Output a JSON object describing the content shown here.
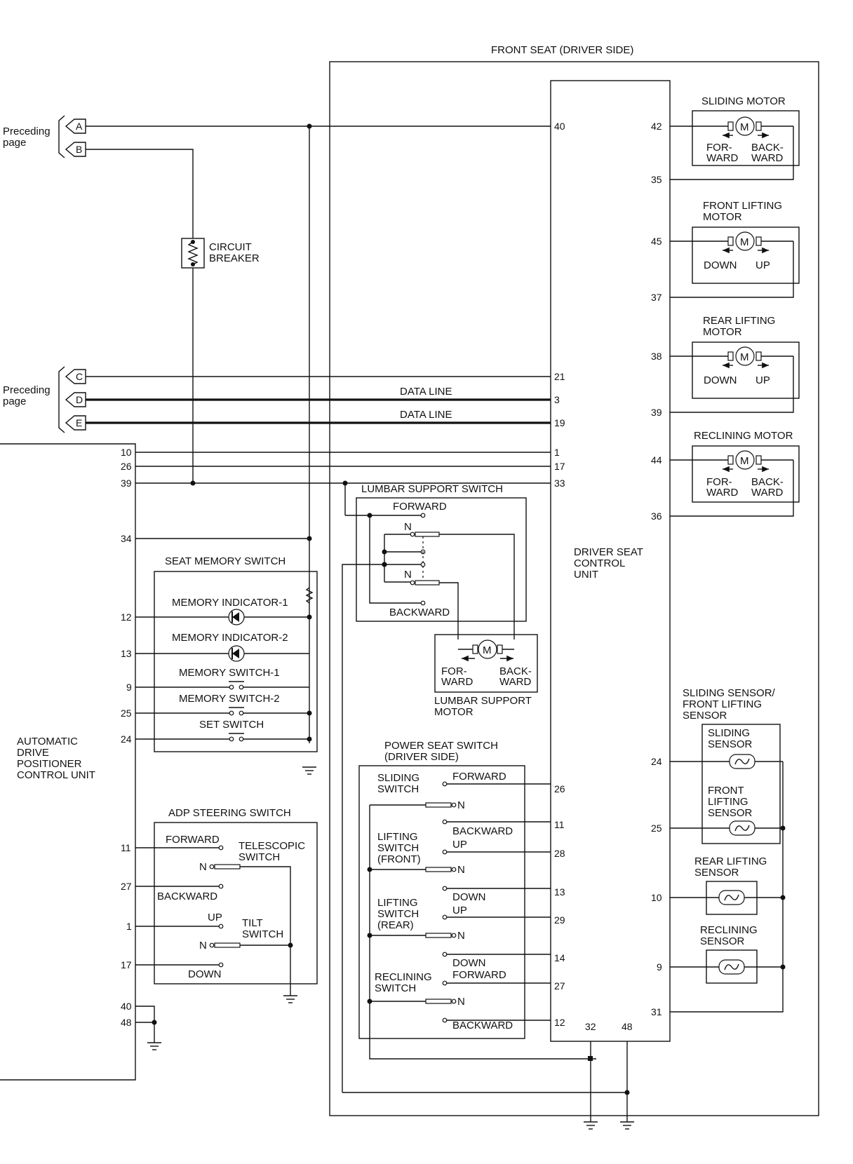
{
  "front_seat_title": "FRONT SEAT (DRIVER SIDE)",
  "preceding_page": [
    "Preceding",
    "page"
  ],
  "connectors": [
    "A",
    "B",
    "C",
    "D",
    "E"
  ],
  "circuit_breaker": [
    "CIRCUIT",
    "BREAKER"
  ],
  "data_line": "DATA LINE",
  "control_unit": [
    "DRIVER SEAT",
    "CONTROL",
    "UNIT"
  ],
  "adp_unit": [
    "AUTOMATIC",
    "DRIVE",
    "POSITIONER",
    "CONTROL UNIT"
  ],
  "adp_pins": [
    "10",
    "26",
    "39",
    "34",
    "12",
    "13",
    "9",
    "25",
    "24",
    "11",
    "27",
    "1",
    "17",
    "40",
    "48"
  ],
  "dscu_pins_left": [
    "40",
    "21",
    "3",
    "19",
    "1",
    "17",
    "33",
    "26",
    "11",
    "28",
    "13",
    "29",
    "14",
    "27",
    "12"
  ],
  "dscu_pins_right": [
    "42",
    "35",
    "45",
    "37",
    "38",
    "39",
    "44",
    "36",
    "24",
    "25",
    "10",
    "9",
    "31"
  ],
  "dscu_pins_bottom": [
    "32",
    "48"
  ],
  "motors": {
    "sliding": {
      "title": [
        "SLIDING MOTOR"
      ],
      "labels": [
        "FOR-",
        "WARD",
        "BACK-",
        "WARD"
      ]
    },
    "front_lifting": {
      "title": [
        "FRONT LIFTING",
        "MOTOR"
      ],
      "labels": [
        "DOWN",
        "UP"
      ]
    },
    "rear_lifting": {
      "title": [
        "REAR LIFTING",
        "MOTOR"
      ],
      "labels": [
        "DOWN",
        "UP"
      ]
    },
    "reclining": {
      "title": [
        "RECLINING MOTOR"
      ],
      "labels": [
        "FOR-",
        "WARD",
        "BACK-",
        "WARD"
      ]
    },
    "lumbar": {
      "title": [
        "LUMBAR SUPPORT",
        "MOTOR"
      ],
      "labels": [
        "FOR-",
        "WARD",
        "BACK-",
        "WARD"
      ]
    },
    "symbol": "M"
  },
  "lumbar_switch": {
    "title": "LUMBAR SUPPORT SWITCH",
    "forward": "FORWARD",
    "backward": "BACKWARD",
    "neutral": "N"
  },
  "seat_memory_switch": {
    "title": "SEAT MEMORY SWITCH",
    "items": [
      "MEMORY INDICATOR-1",
      "MEMORY INDICATOR-2",
      "MEMORY SWITCH-1",
      "MEMORY SWITCH-2",
      "SET SWITCH"
    ]
  },
  "adp_steering_switch": {
    "title": "ADP STEERING SWITCH",
    "labels": [
      "FORWARD",
      "BACKWARD",
      "UP",
      "DOWN",
      "N",
      "N"
    ],
    "telescopic": [
      "TELESCOPIC",
      "SWITCH"
    ],
    "tilt": [
      "TILT",
      "SWITCH"
    ]
  },
  "power_seat_switch": {
    "title": [
      "POWER SEAT SWITCH",
      "(DRIVER SIDE)"
    ],
    "sliding": [
      "SLIDING",
      "SWITCH"
    ],
    "lifting_front": [
      "LIFTING",
      "SWITCH",
      "(FRONT)"
    ],
    "lifting_rear": [
      "LIFTING",
      "SWITCH",
      "(REAR)"
    ],
    "reclining": [
      "RECLINING",
      "SWITCH"
    ],
    "positions": [
      "FORWARD",
      "BACKWARD",
      "UP",
      "DOWN",
      "UP",
      "DOWN",
      "FORWARD",
      "BACKWARD"
    ],
    "neutral": "N"
  },
  "sensors": {
    "group_title": [
      "SLIDING SENSOR/",
      "FRONT LIFTING",
      "SENSOR"
    ],
    "sliding": [
      "SLIDING",
      "SENSOR"
    ],
    "front_lifting": [
      "FRONT",
      "LIFTING",
      "SENSOR"
    ],
    "rear_lifting": [
      "REAR LIFTING",
      "SENSOR"
    ],
    "reclining": [
      "RECLINING",
      "SENSOR"
    ]
  }
}
